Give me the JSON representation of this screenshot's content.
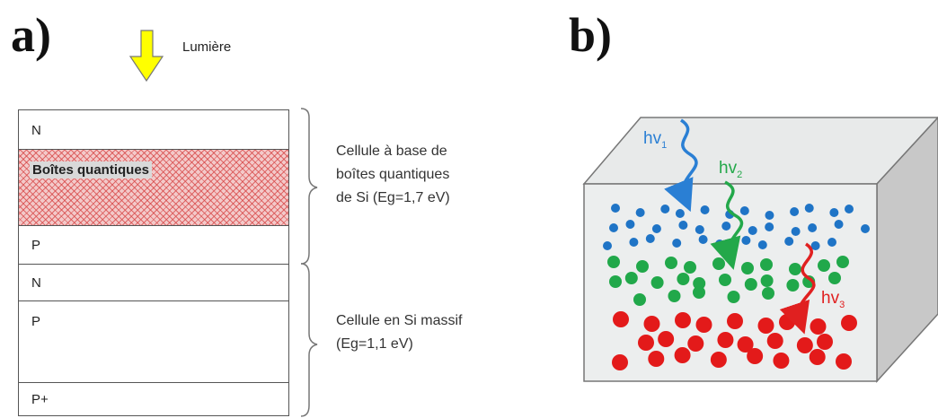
{
  "panel_a": {
    "label": "a)",
    "light_label": "Lumière",
    "layers": [
      "N",
      "Boîtes quantiques",
      "P",
      "N",
      "P",
      "P+"
    ],
    "top_cell_description": [
      "Cellule à base de",
      "boîtes quantiques",
      "de Si (Eg=1,7 eV)"
    ],
    "bottom_cell_description": [
      "Cellule en Si massif",
      "(Eg=1,1 eV)"
    ]
  },
  "panel_b": {
    "label": "b)",
    "photons": [
      {
        "text": "hv",
        "sub": "1",
        "color": "#2a7fd4"
      },
      {
        "text": "hv",
        "sub": "2",
        "color": "#23a84a"
      },
      {
        "text": "hv",
        "sub": "3",
        "color": "#e02020"
      }
    ]
  },
  "colors": {
    "blue": "#1f74c6",
    "green": "#21a84a",
    "red": "#e31a1a",
    "arrow_yellow": "#ffff00",
    "hatch_red": "#d74646"
  }
}
